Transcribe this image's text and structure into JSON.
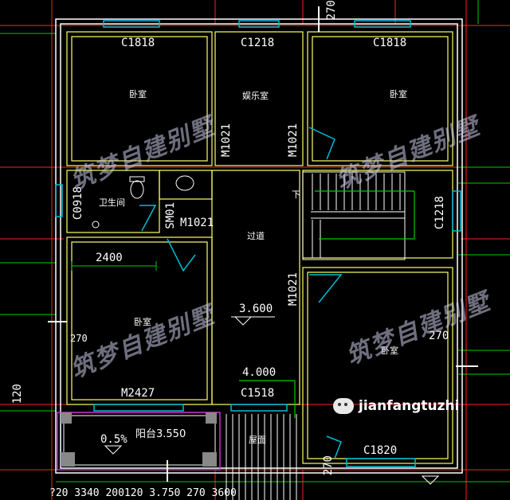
{
  "labels": {
    "c1818_left": "C1818",
    "c1218_top": "C1218",
    "c1818_right": "C1818",
    "bedroom_tl": "卧室",
    "entertainment": "娱乐室",
    "bedroom_tr": "卧室",
    "m1021_a": "M1021",
    "m1021_b": "M1021",
    "bathroom": "卫生间",
    "c0918": "C0918",
    "sm01": "SM01",
    "m1021_c": "M1021",
    "down": "下",
    "c1218_right": "C1218",
    "corridor": "过道",
    "dim_2400": "2400",
    "m1021_d": "M1021",
    "elev_3600": "3.600",
    "bedroom_bl": "卧室",
    "dim_270_left": "270",
    "dim_270_right": "270",
    "bedroom_br": "卧室",
    "elev_4000": "4.000",
    "c1518": "C1518",
    "m2427": "M2427",
    "dim_120": "120",
    "slope": "0.5%",
    "balcony": "阳台3.550",
    "roof": "屋面",
    "dim_270_bottom": "270",
    "c1820": "C1820",
    "bottom_dims": "?20  3340    200120 3.750      270     3600",
    "top_dim": "270"
  },
  "watermark": "筑梦自建别墅",
  "social_handle": "jianfangtuzhi",
  "colors": {
    "wall": "#ffff66",
    "outer_wall": "#ffffff",
    "grid_red": "#ff2020",
    "grid_green": "#00cc00",
    "door": "#00bcd4",
    "window": "#00bcd4",
    "balcony": "#cc33cc"
  }
}
